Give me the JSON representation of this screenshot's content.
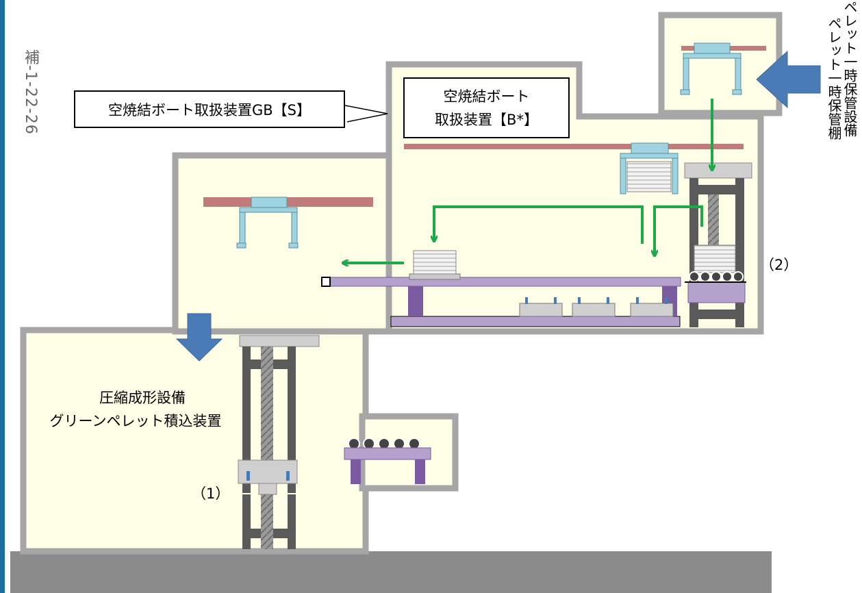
{
  "page_number": "補-1-22-26",
  "labels": {
    "shelf": "ペレット一時保管棚",
    "facility": "ペレット一時保管設備",
    "gb_device": "空焼結ボート取扱装置GB【S】",
    "boat_device_line1": "空焼結ボート",
    "boat_device_line2": "取扱装置【B*】",
    "press_line1": "圧縮成形設備",
    "press_line2": "グリーンペレット積込装置",
    "marker_1": "（1）",
    "marker_2": "（2）"
  },
  "colors": {
    "wall": "#a6a6a6",
    "room_fill": "#fefde6",
    "rail": "#c27b7b",
    "crane": "#9fd3e0",
    "conveyor": "#b5a2cc",
    "conveyor_leg": "#7a5b9f",
    "frame": "#5a5a5a",
    "arrow_blue": "#4a7bb7",
    "flow_green": "#1ea84a",
    "floor": "#8c8c8c"
  }
}
